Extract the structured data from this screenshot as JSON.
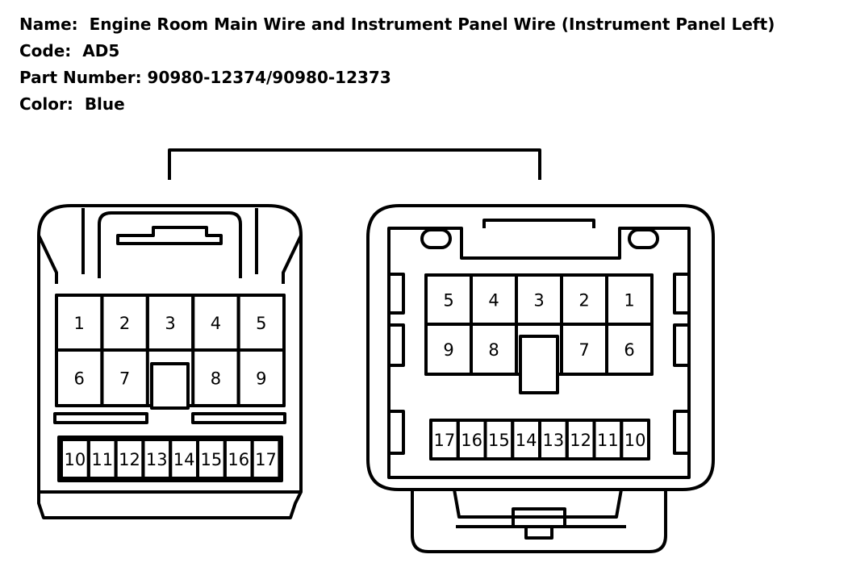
{
  "header": {
    "name_label": "Name:",
    "name_value": "Engine Room Main Wire and Instrument Panel Wire (Instrument Panel Left)",
    "code_label": "Code:",
    "code_value": "AD5",
    "part_label": "Part Number:",
    "part_value": "90980-12374/90980-12373",
    "color_label": "Color:",
    "color_value": "Blue"
  },
  "left_connector": {
    "row1": [
      "1",
      "2",
      "3",
      "4",
      "5"
    ],
    "row2": [
      "6",
      "7",
      "8",
      "9"
    ],
    "row3": [
      "10",
      "11",
      "12",
      "13",
      "14",
      "15",
      "16",
      "17"
    ]
  },
  "right_connector": {
    "row1": [
      "5",
      "4",
      "3",
      "2",
      "1"
    ],
    "row2": [
      "9",
      "8",
      "7",
      "6"
    ],
    "row3": [
      "17",
      "16",
      "15",
      "14",
      "13",
      "12",
      "11",
      "10"
    ]
  }
}
